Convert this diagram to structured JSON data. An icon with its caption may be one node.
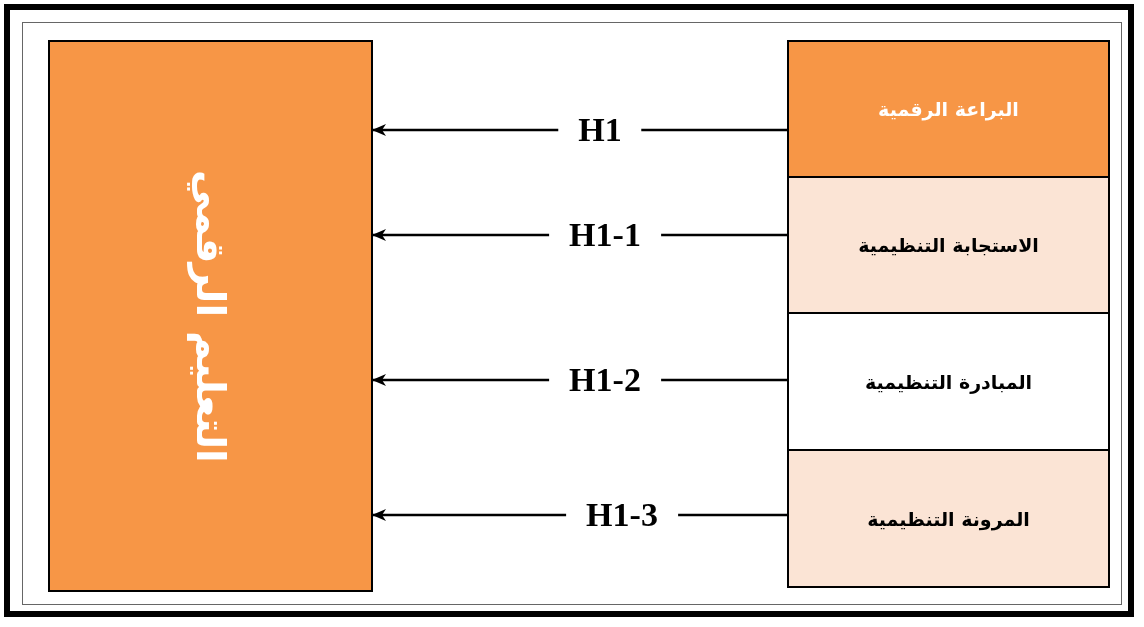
{
  "diagram": {
    "nodes": [
      {
        "text": [
          "التعليم الرقمي"
        ]
      },
      {
        "text": [
          "البراعة الرقمية"
        ]
      },
      {
        "text": [
          "الاستجابة التنظيمية"
        ]
      },
      {
        "text": [
          "المبادرة التنظيمية"
        ]
      },
      {
        "text": [
          "المرونة التنظيمية"
        ]
      }
    ],
    "edges": [
      {
        "from": 1,
        "to": 0,
        "arrow": "to",
        "label": "H1"
      },
      {
        "from": 2,
        "to": 0,
        "arrow": "to",
        "label": "H1-1"
      },
      {
        "from": 3,
        "to": 0,
        "arrow": "to",
        "label": "H1-2"
      },
      {
        "from": 4,
        "to": 0,
        "arrow": "to",
        "label": "H1-3"
      }
    ]
  }
}
